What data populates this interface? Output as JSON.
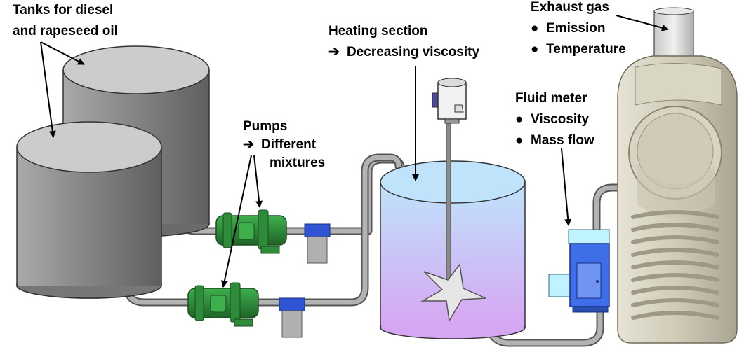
{
  "labels": {
    "tanks": {
      "line1": "Tanks for diesel",
      "line2": "and rapeseed oil"
    },
    "exhaust": {
      "title": "Exhaust gas",
      "items": [
        "Emission",
        "Temperature"
      ]
    },
    "heating": {
      "title": "Heating section",
      "sub": "Decreasing viscosity"
    },
    "fluid_meter": {
      "title": "Fluid meter",
      "items": [
        "Viscosity",
        "Mass flow"
      ]
    },
    "pumps": {
      "title": "Pumps",
      "sub1": "Different",
      "sub2": "mixtures"
    }
  },
  "symbols": {
    "bullet": "●",
    "arrow": "➔"
  },
  "colors": {
    "tank_body": "#8c8c8c",
    "tank_top": "#cccccc",
    "pump_green": "#2e8b3a",
    "pipe_gray": "#a8a8a8",
    "filter_blue": "#2f55d4",
    "vessel_top": "#bfe3fb",
    "vessel_bottom": "#d7a6f2",
    "meter_blue": "#3f6fe8",
    "meter_cyan": "#bff3ff",
    "burner_beige": "#d0ccb8"
  }
}
